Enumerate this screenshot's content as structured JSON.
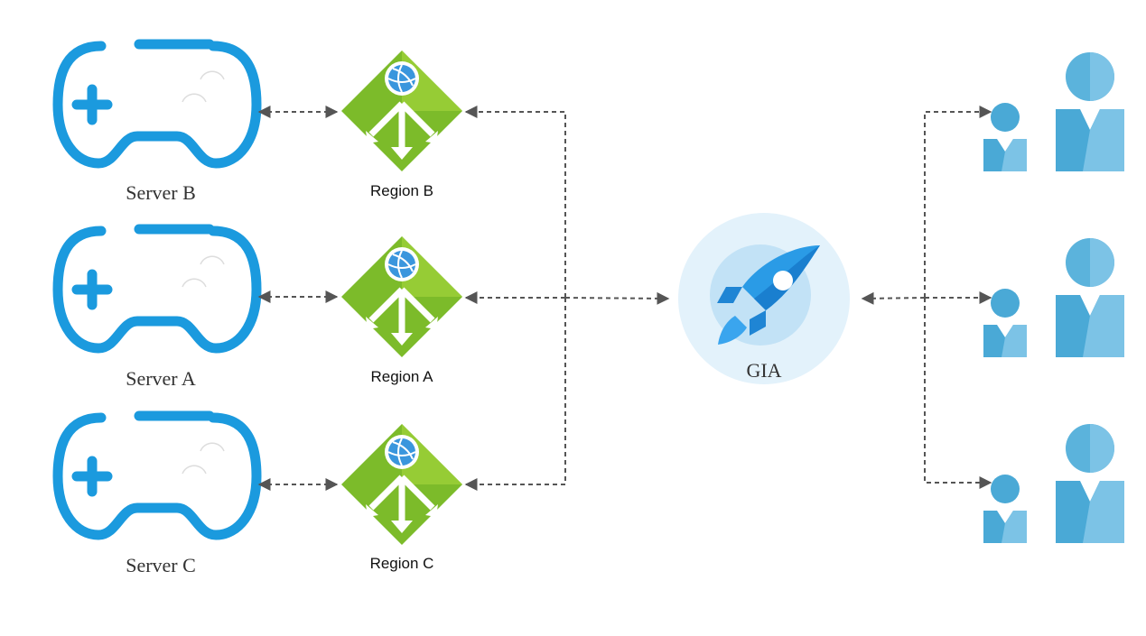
{
  "servers": [
    {
      "label": "Server B"
    },
    {
      "label": "Server A"
    },
    {
      "label": "Server C"
    }
  ],
  "regions": [
    {
      "label": "Region B"
    },
    {
      "label": "Region A"
    },
    {
      "label": "Region C"
    }
  ],
  "hub": {
    "label": "GIA"
  },
  "players": [
    {
      "icon": "players-icon"
    },
    {
      "icon": "players-icon"
    },
    {
      "icon": "players-icon"
    }
  ],
  "colors": {
    "controller": "#1b9ade",
    "region": "#7cbb2a",
    "region_light": "#96cc35",
    "hub_bg": "#e3f2fb",
    "hub_rocket": "#2a9be6",
    "player_dark": "#4aa9d6",
    "player_light": "#7cc3e6",
    "connector": "#555555"
  }
}
